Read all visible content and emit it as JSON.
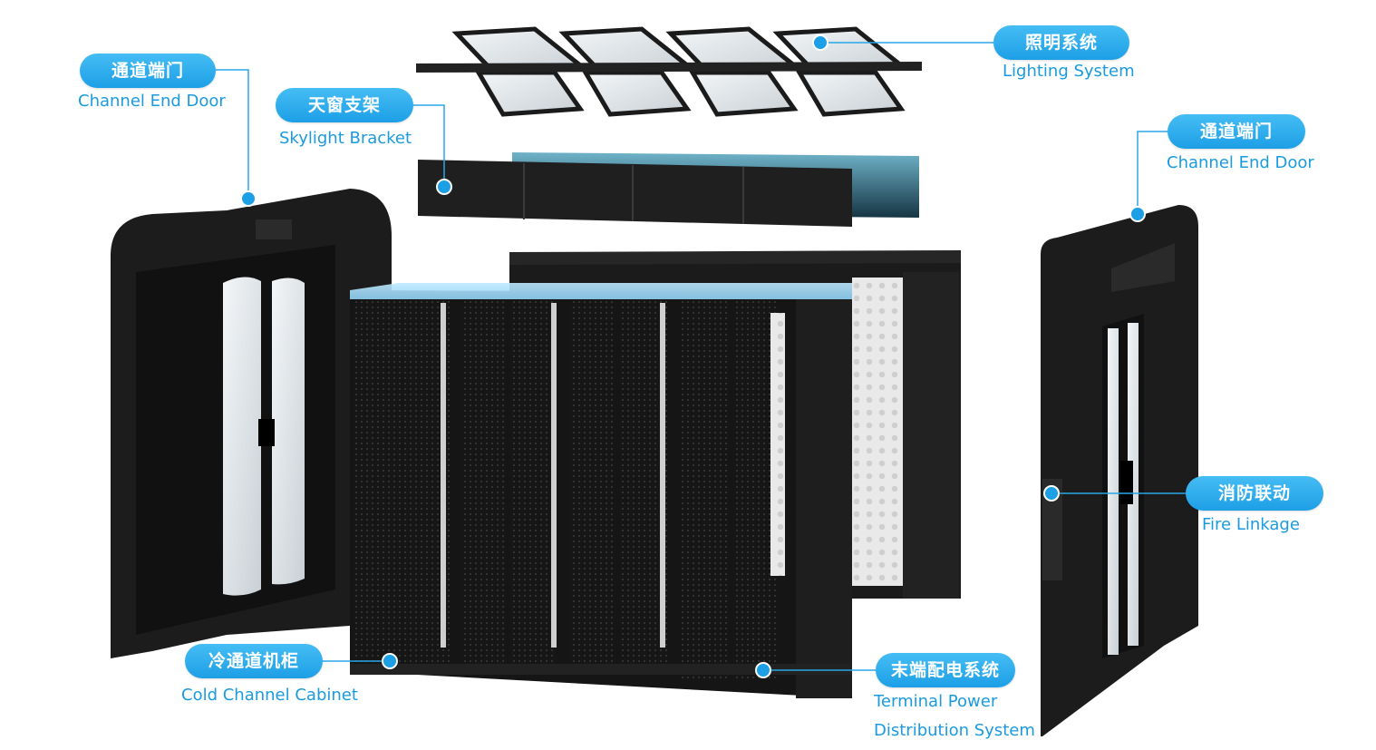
{
  "callouts": {
    "left_end_door": {
      "zh": "通道端门",
      "en": "Channel End Door"
    },
    "skylight_bracket": {
      "zh": "天窗支架",
      "en": "Skylight Bracket"
    },
    "lighting_system": {
      "zh": "照明系统",
      "en": "Lighting System"
    },
    "right_end_door": {
      "zh": "通道端门",
      "en": "Channel End Door"
    },
    "fire_linkage": {
      "zh": "消防联动",
      "en": "Fire Linkage"
    },
    "cold_channel_cabinet": {
      "zh": "冷通道机柜",
      "en": "Cold Channel Cabinet"
    },
    "terminal_power": {
      "zh": "末端配电系统",
      "en_line1": "Terminal Power",
      "en_line2": "Distribution System"
    }
  },
  "colors": {
    "accent": "#1d9fe6",
    "callout_text": "#1a9be0",
    "cabinet": "#1a1a1a"
  }
}
